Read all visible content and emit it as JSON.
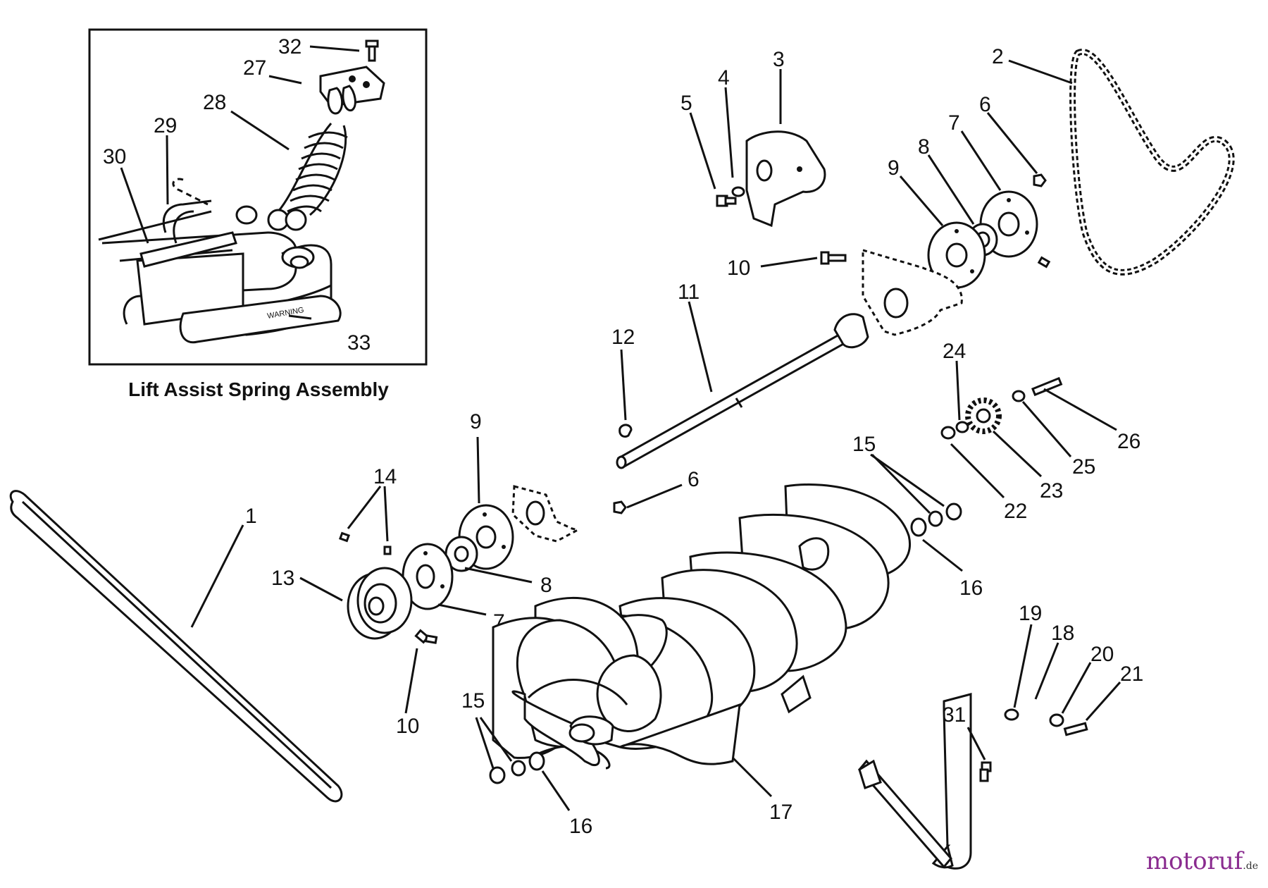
{
  "inset_caption": "Lift Assist Spring Assembly",
  "warning_text": "WARNING",
  "watermark": {
    "name": "motoruf",
    "suffix": ".de"
  },
  "callouts": {
    "c1": "1",
    "c2": "2",
    "c3": "3",
    "c4": "4",
    "c5": "5",
    "c6a": "6",
    "c6b": "6",
    "c7a": "7",
    "c7b": "7",
    "c8a": "8",
    "c8b": "8",
    "c9a": "9",
    "c9b": "9",
    "c10a": "10",
    "c10b": "10",
    "c11": "11",
    "c12": "12",
    "c13": "13",
    "c14": "14",
    "c15a": "15",
    "c15b": "15",
    "c16a": "16",
    "c16b": "16",
    "c17": "17",
    "c18": "18",
    "c19": "19",
    "c20": "20",
    "c21": "21",
    "c22": "22",
    "c23": "23",
    "c24": "24",
    "c25": "25",
    "c26": "26",
    "c27": "27",
    "c28": "28",
    "c29": "29",
    "c30": "30",
    "c31": "31",
    "c32": "32",
    "c33": "33"
  }
}
